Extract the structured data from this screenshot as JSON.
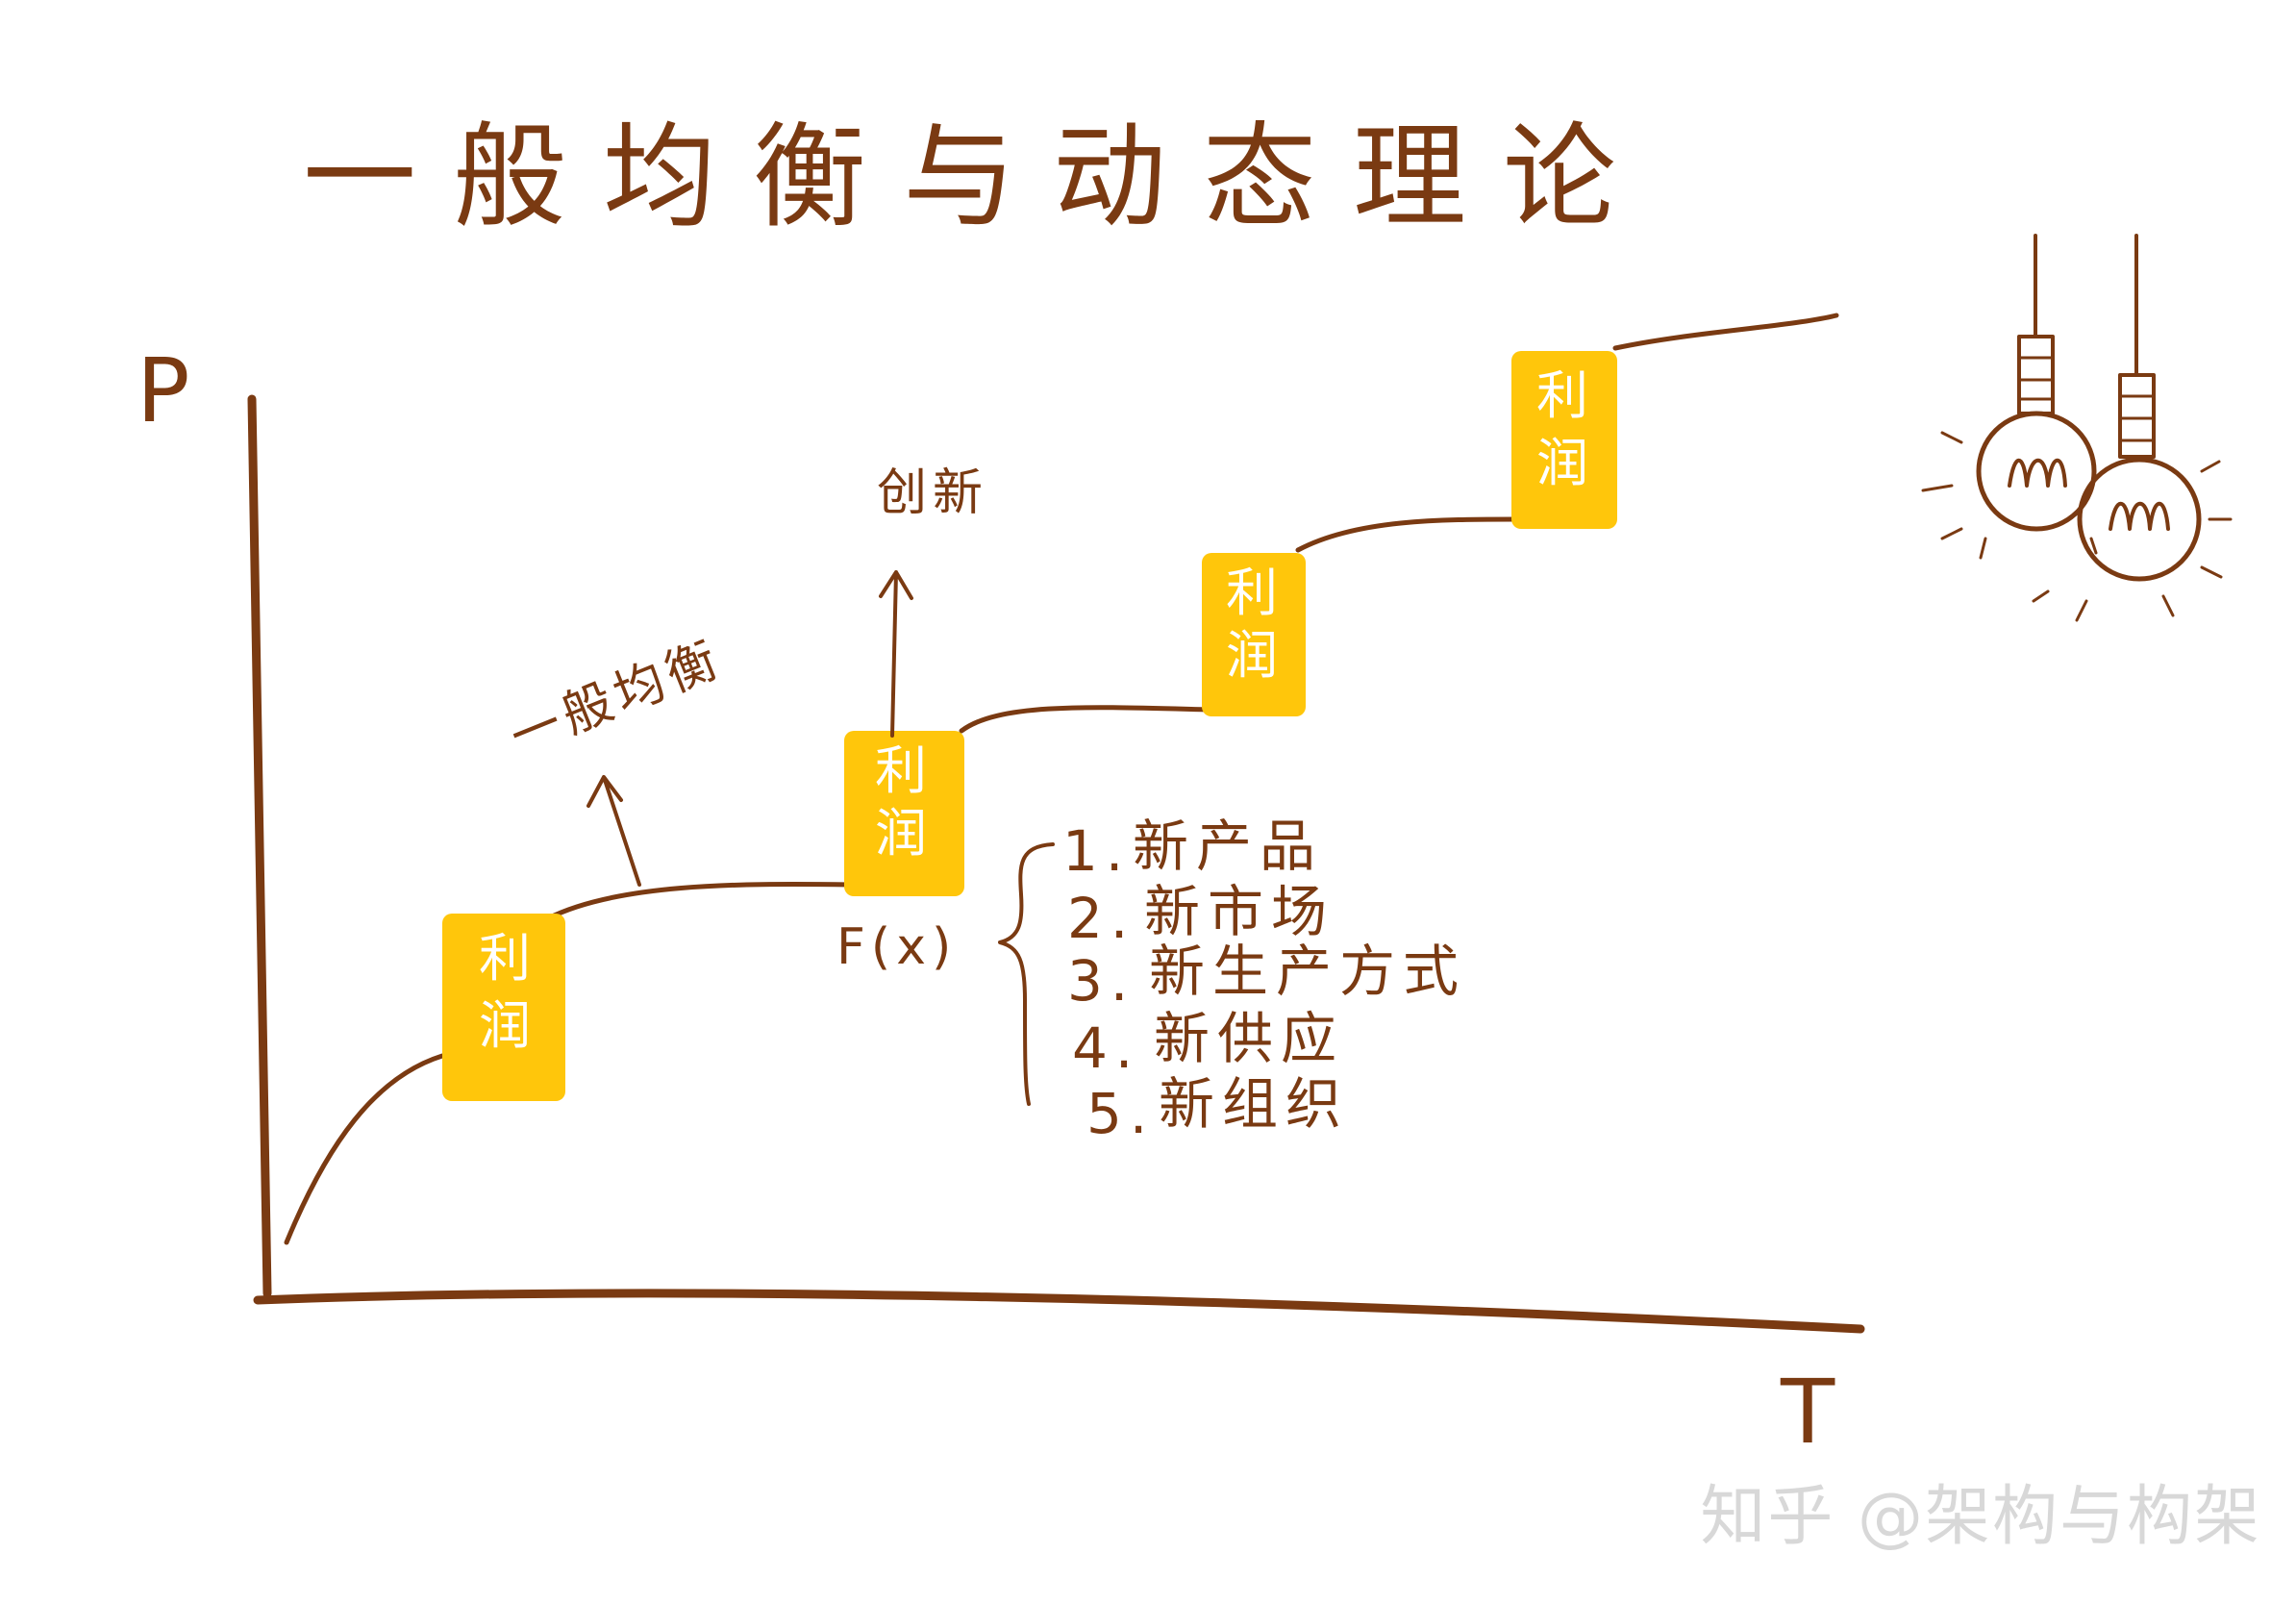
{
  "title": "一般均衡与动态理论",
  "axes": {
    "y_label": "P",
    "x_label": "T"
  },
  "annotations": {
    "equilibrium": "一般均衡",
    "innovation": "创新",
    "function": "F(x)"
  },
  "profit_boxes": [
    {
      "label_line1": "利",
      "label_line2": "润"
    },
    {
      "label_line1": "利",
      "label_line2": "润"
    },
    {
      "label_line1": "利",
      "label_line2": "润"
    },
    {
      "label_line1": "利",
      "label_line2": "润"
    }
  ],
  "innovation_list": [
    {
      "number": "1.",
      "text": "新产品"
    },
    {
      "number": "2.",
      "text": "新市场"
    },
    {
      "number": "3.",
      "text": "新生产方式"
    },
    {
      "number": "4.",
      "text": "新供应"
    },
    {
      "number": "5.",
      "text": "新组织"
    }
  ],
  "watermark": "知乎 @架构与构架",
  "colors": {
    "ink": "#7a3a12",
    "profit_box": "#ffc60b",
    "watermark": "#d8d8d8"
  },
  "icons": [
    "lightbulb-icon",
    "lightbulb-icon"
  ]
}
